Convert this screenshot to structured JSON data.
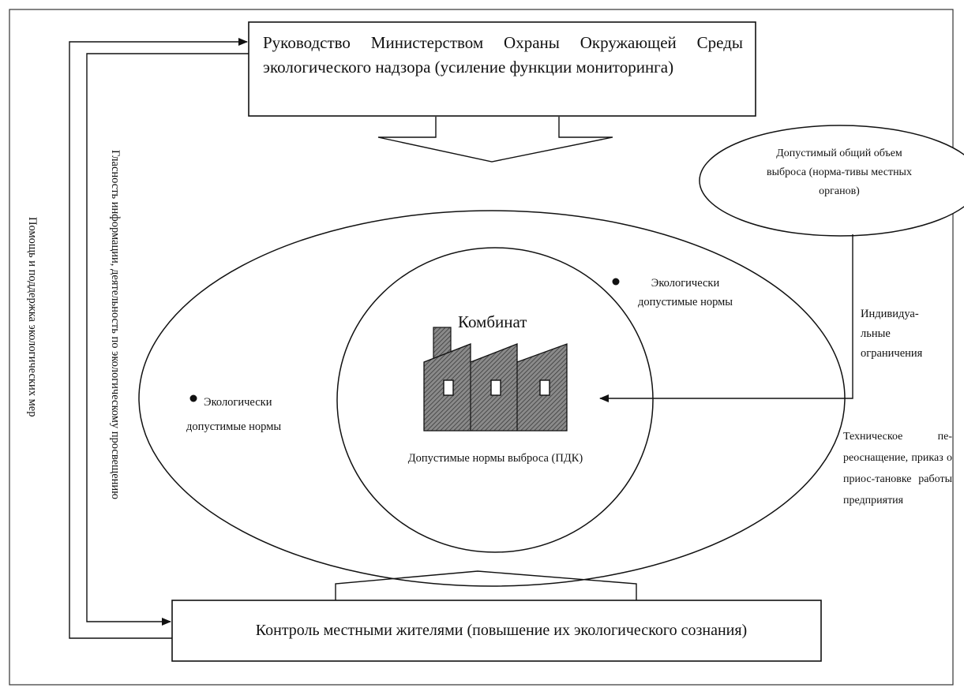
{
  "top_box": {
    "text": "Руководство Министерством Охраны Окружающей Среды экологического надзора (усиление функции мониторинга)"
  },
  "bottom_box": {
    "text": "Контроль местными жителями (повышение их экологического сознания)"
  },
  "right_oval": {
    "text": "Допустимый общий объем выброса (норма-тивы местных органов)"
  },
  "outer_ellipse": {
    "left_label": "Экологически допустимые нормы",
    "right_label": "Экологически допустимые нормы"
  },
  "inner_circle": {
    "title": "Комбинат",
    "caption": "Допустимые нормы выброса (ПДК)"
  },
  "arrow_labels": {
    "individual_limits": "Индивидуа-льные ограничения",
    "technical": "Техническое пе-реоснащение, приказ о приос-тановке работы предприятия"
  },
  "vertical_labels": {
    "outer": "Помощь и поддержка экологических мер",
    "inner": "Гласность информации, деятельность по экологическому просвещению"
  },
  "icons": {
    "factory": "factory-icon",
    "bullet": "bullet-icon"
  },
  "colors": {
    "line": "#111111",
    "hatch": "#555555",
    "window": "#ffffff"
  }
}
